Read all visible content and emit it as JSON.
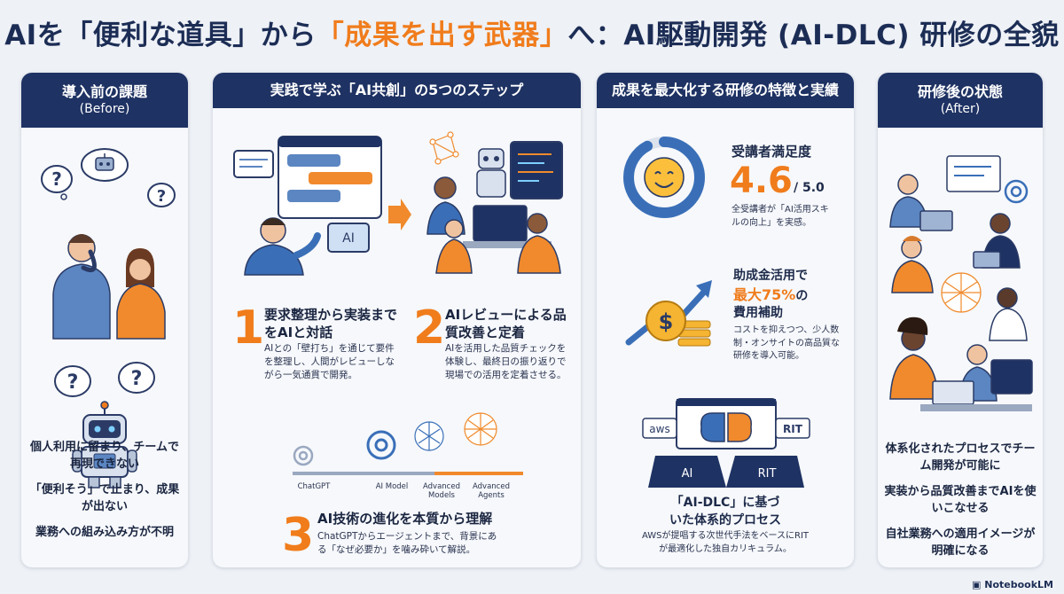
{
  "title": {
    "part1": "AIを「便利な道具」から",
    "accent": "「成果を出す武器」",
    "part2": "へ：AI駆動開発 (AI-DLC) 研修の全貌"
  },
  "before": {
    "header": "導入前の課題",
    "sub": "(Before)",
    "robot_screen_label": "",
    "items": [
      "個人利用に留まり、チームで再現できない",
      "「便利そう」で止まり、成果が出ない",
      "業務への組み込み方が不明"
    ]
  },
  "steps": {
    "header": "実践で学ぶ「AI共創」の5つのステップ",
    "screen_label": "AI",
    "items": [
      {
        "num": "1",
        "title": "要求整理から実装までをAIと対話",
        "desc": "AIとの「壁打ち」を通じて要件を整理し、人間がレビューしながら一気通貫で開発。"
      },
      {
        "num": "2",
        "title": "AIレビューによる品質改善と定着",
        "desc": "AIを活用した品質チェックを体験し、最終日の振り返りで現場での活用を定着させる。"
      },
      {
        "num": "3",
        "title": "AI技術の進化を本質から理解",
        "desc": "ChatGPTからエージェントまで、背景にある「なぜ必要か」を噛み砕いて解説。"
      }
    ],
    "timeline": [
      "ChatGPT",
      "AI Model",
      "Advanced Models",
      "Advanced Agents"
    ]
  },
  "features": {
    "header": "成果を最大化する研修の特徴と実績",
    "satisfaction": {
      "label": "受講者満足度",
      "value": "4.6",
      "max": "/ 5.0",
      "note": "全受講者が「AI活用スキルの向上」を実感。",
      "fraction": 0.92
    },
    "subsidy": {
      "title_line1": "助成金活用で",
      "title_hl": "最大75%",
      "title_tail": "の",
      "title_line3": "費用補助",
      "note": "コストを抑えつつ、少人数制・オンサイトの高品質な研修を導入可能。"
    },
    "process": {
      "aws": "aws",
      "rit": "RIT",
      "ai": "AI",
      "rit2": "RIT",
      "title": "「AI-DLC」に基づいた体系的プロセス",
      "note": "AWSが提唱する次世代手法をベースにRITが最適化した独自カリキュラム。"
    }
  },
  "after": {
    "header": "研修後の状態",
    "sub": "(After)",
    "items": [
      "体系化されたプロセスでチーム開発が可能に",
      "実装から品質改善までAIを使いこなせる",
      "自社業務への適用イメージが明確になる"
    ]
  },
  "brand": "NotebookLM",
  "colors": {
    "navy": "#1e3263",
    "orange": "#f07c1c",
    "blue": "#3a6fb8"
  }
}
